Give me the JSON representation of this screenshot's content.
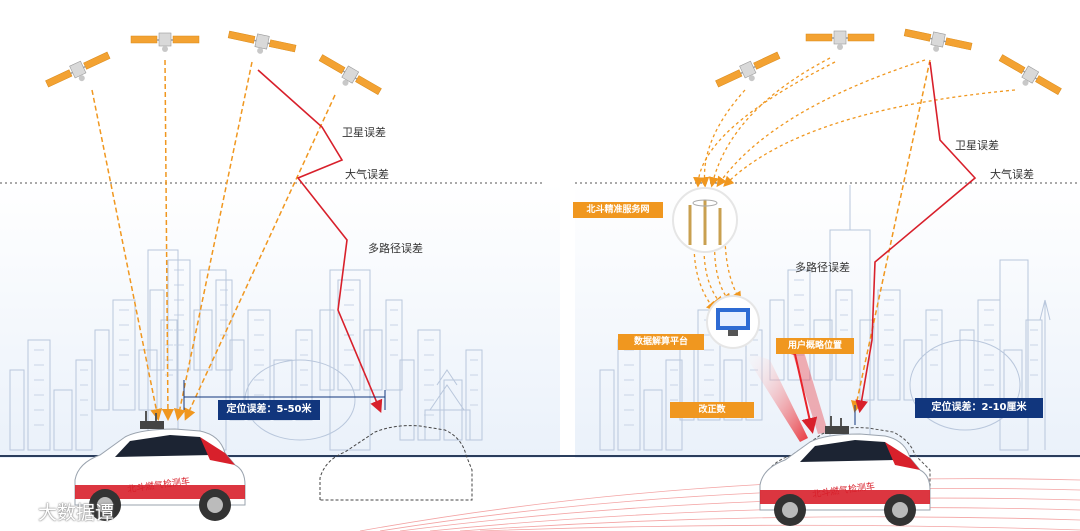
{
  "left_panel": {
    "labels": {
      "satellite_error": "卫星误差",
      "atmosphere_error": "大气误差",
      "multipath_error": "多路径误差"
    },
    "accuracy_box": "定位误差：5-50米",
    "car_text": "北斗燃气检测车"
  },
  "right_panel": {
    "labels": {
      "satellite_error": "卫星误差",
      "atmosphere_error": "大气误差",
      "multipath_error": "多路径误差"
    },
    "boxes": {
      "service_network": "北斗精准服务网",
      "data_platform": "数据解算平台",
      "user_position": "用户概略位置",
      "correction": "改正数"
    },
    "accuracy_box": "定位误差：2-10厘米",
    "car_text": "北斗燃气检测车"
  },
  "watermark": "大数据谭",
  "colors": {
    "signal_orange": "#f0971f",
    "error_red": "#d8202b",
    "accuracy_blue": "#11367d",
    "city_line": "#b9c7dc"
  }
}
